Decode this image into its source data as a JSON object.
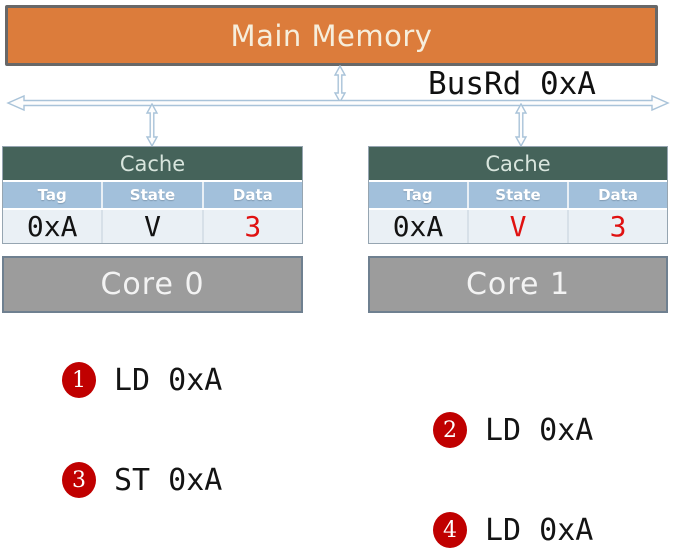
{
  "memory": {
    "label": "Main Memory"
  },
  "bus": {
    "event_label": "BusRd 0xA"
  },
  "caches": [
    {
      "title": "Cache",
      "columns": [
        "Tag",
        "State",
        "Data"
      ],
      "row": {
        "tag": "0xA",
        "state": "V",
        "data": "3"
      },
      "core_label": "Core 0"
    },
    {
      "title": "Cache",
      "columns": [
        "Tag",
        "State",
        "Data"
      ],
      "row": {
        "tag": "0xA",
        "state": "V",
        "data": "3"
      },
      "core_label": "Core 1"
    }
  ],
  "operations": [
    {
      "num": "1",
      "label": "LD 0xA"
    },
    {
      "num": "2",
      "label": "LD 0xA"
    },
    {
      "num": "3",
      "label": "ST 0xA"
    },
    {
      "num": "4",
      "label": "LD 0xA"
    }
  ],
  "colors": {
    "memory_fill": "#DC7C3B",
    "cache_header_green": "#45635A",
    "column_header_blue": "#A2C0DB",
    "data_row_bg": "#EAF0F5",
    "core_fill": "#9C9C9C",
    "highlight_red": "#E01111",
    "badge_red": "#C00000",
    "arrow_blue": "#A9C3D9"
  }
}
